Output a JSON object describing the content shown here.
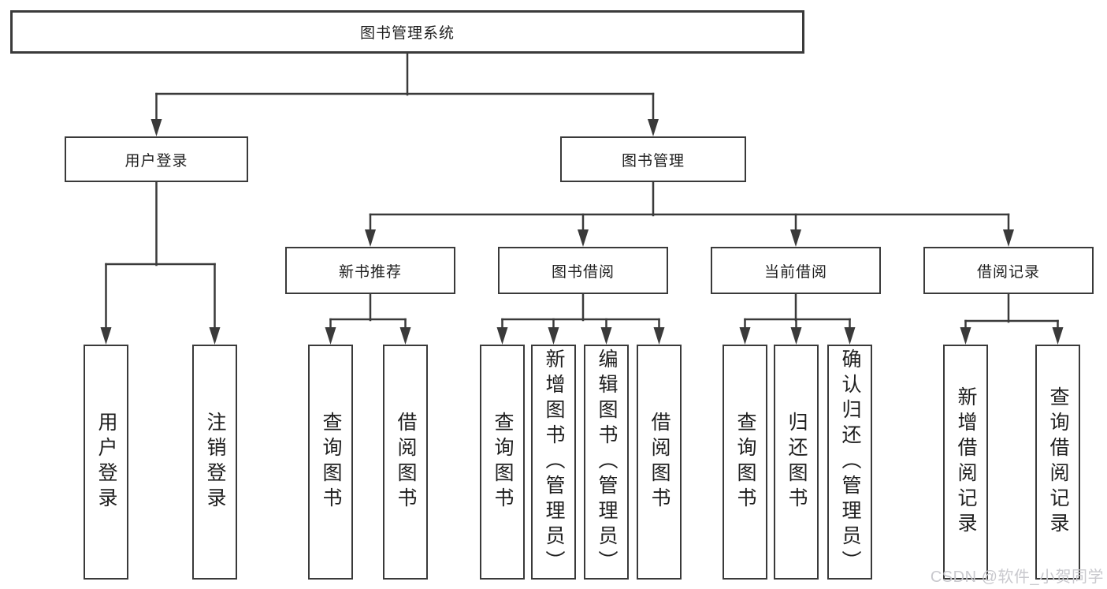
{
  "tree": {
    "root": {
      "label": "图书管理系统"
    },
    "branches": [
      {
        "label": "用户登录",
        "children": [
          {
            "label": "用户登录"
          },
          {
            "label": "注销登录"
          }
        ]
      },
      {
        "label": "图书管理",
        "children": [
          {
            "label": "新书推荐",
            "children": [
              {
                "label": "查询图书"
              },
              {
                "label": "借阅图书"
              }
            ]
          },
          {
            "label": "图书借阅",
            "children": [
              {
                "label": "查询图书"
              },
              {
                "label": "新增图书（管理员）"
              },
              {
                "label": "编辑图书（管理员）"
              },
              {
                "label": "借阅图书"
              }
            ]
          },
          {
            "label": "当前借阅",
            "children": [
              {
                "label": "查询图书"
              },
              {
                "label": "归还图书"
              },
              {
                "label": "确认归还（管理员）"
              }
            ]
          },
          {
            "label": "借阅记录",
            "children": [
              {
                "label": "新增借阅记录"
              },
              {
                "label": "查询借阅记录"
              }
            ]
          }
        ]
      }
    ]
  },
  "watermark": {
    "text": "CSDN @软件_小贺同学"
  },
  "colors": {
    "line": "#3a3a3a",
    "text": "#1f1f1f",
    "watermark_text": "#c9c9ce",
    "background": "#ffffff"
  }
}
